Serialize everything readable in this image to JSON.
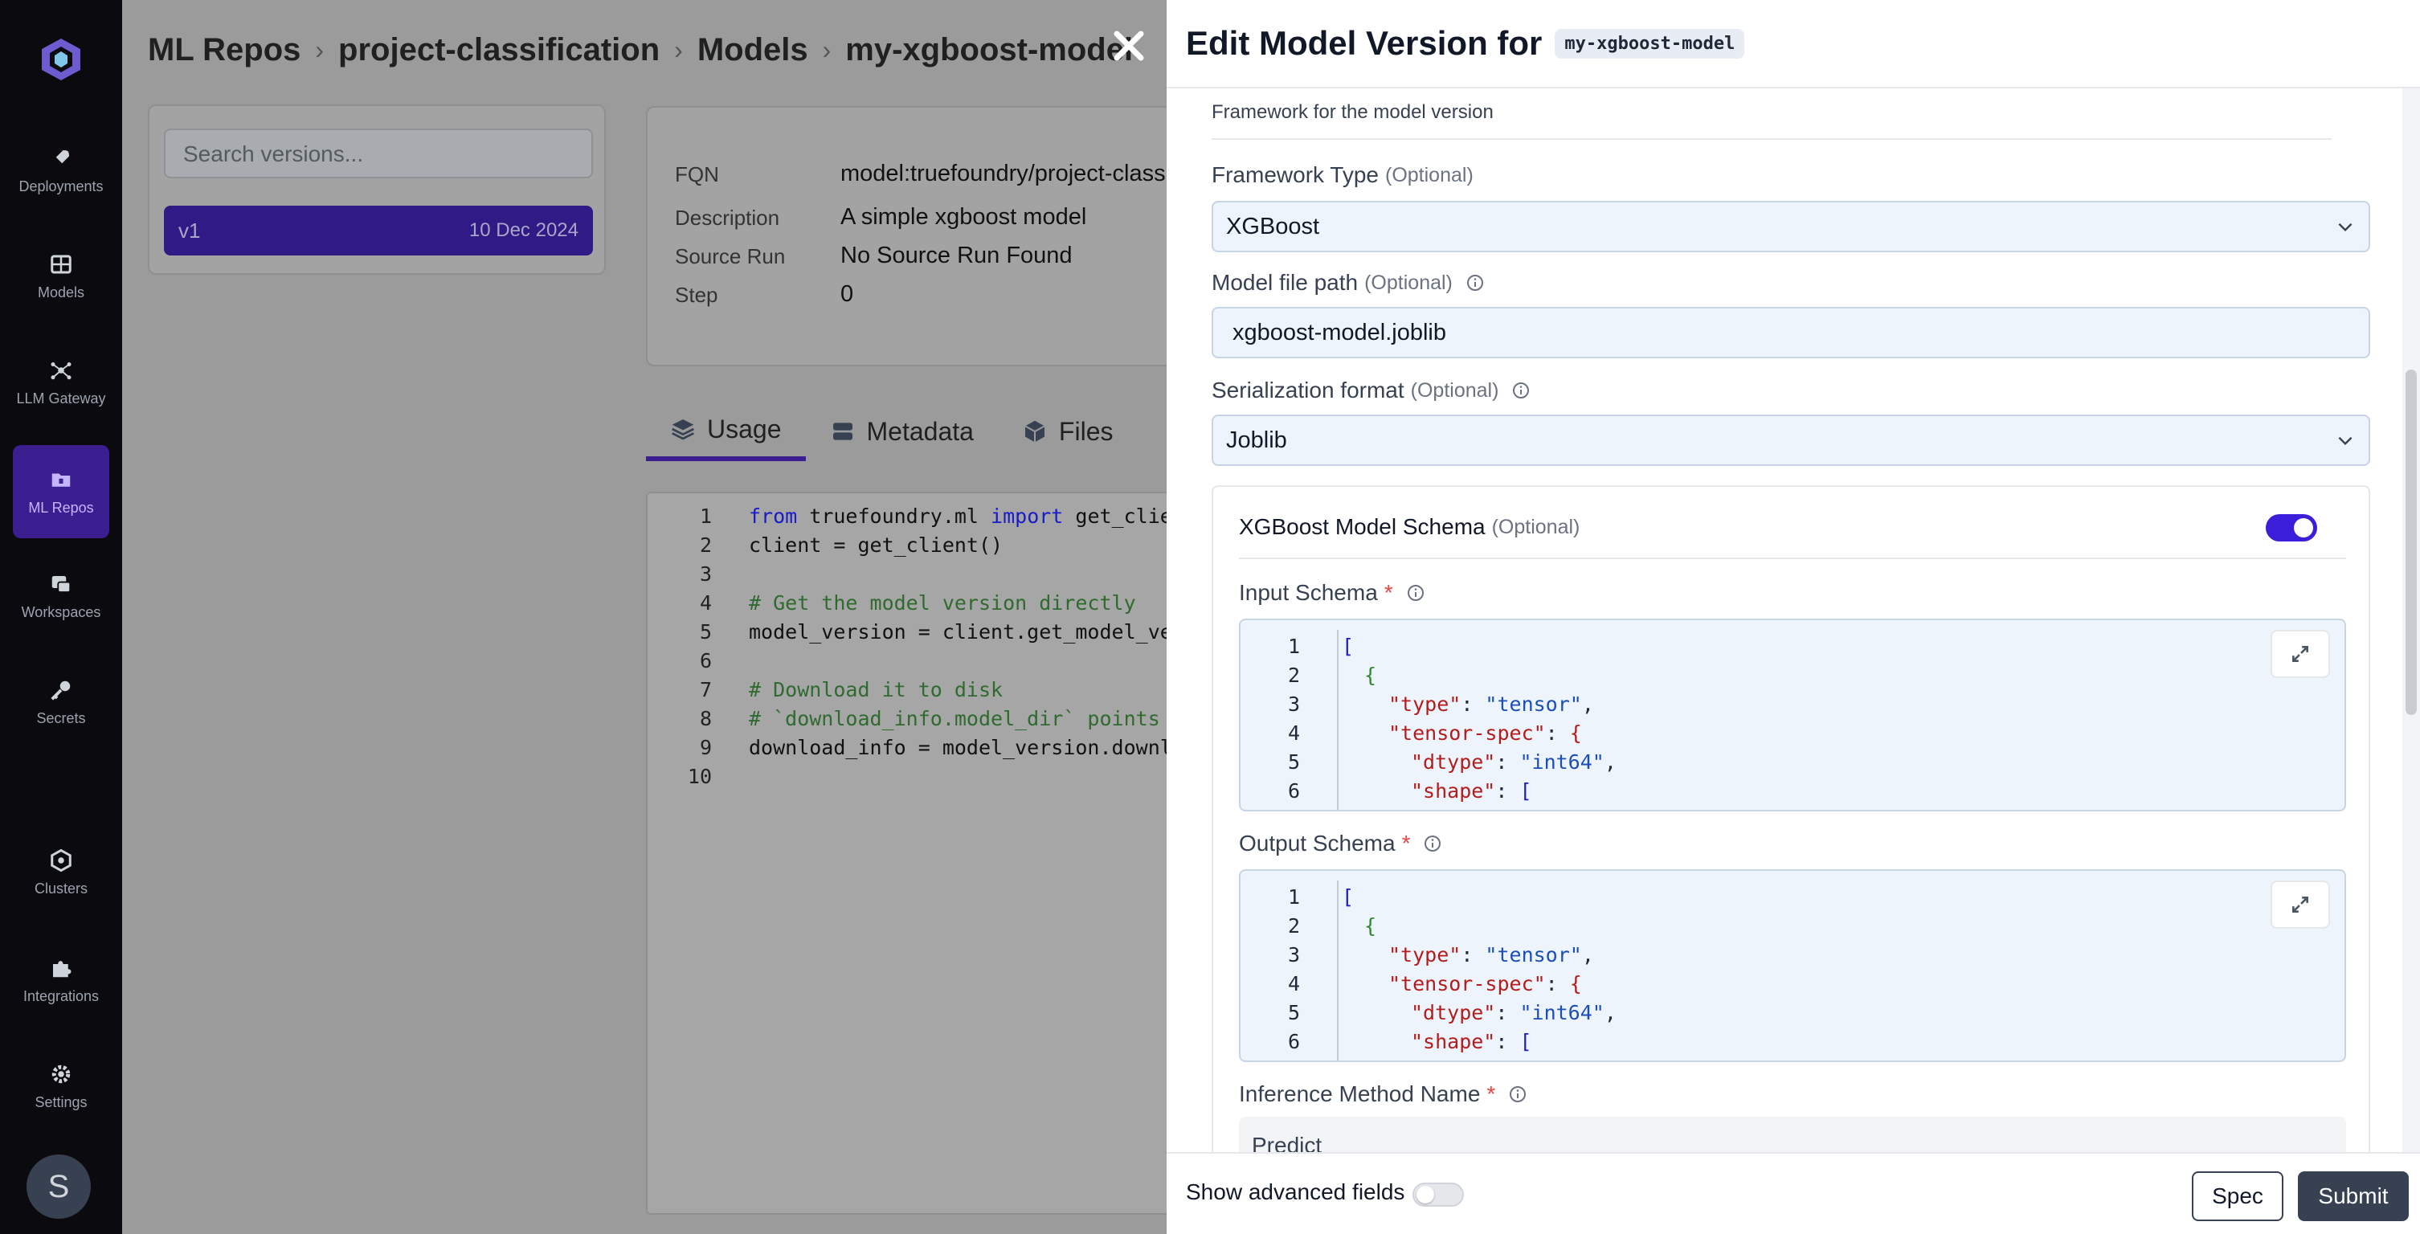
{
  "colors": {
    "accent": "#3b1ed9",
    "nav_active": "#3b1e8f",
    "field_bg": "#eef4fb"
  },
  "nav": {
    "items": [
      {
        "label": "Deployments",
        "icon": "rocket-icon"
      },
      {
        "label": "Models",
        "icon": "table-icon"
      },
      {
        "label": "LLM Gateway",
        "icon": "network-icon"
      },
      {
        "label": "ML Repos",
        "icon": "folder-icon"
      },
      {
        "label": "Workspaces",
        "icon": "workspaces-icon"
      },
      {
        "label": "Secrets",
        "icon": "key-icon"
      },
      {
        "label": "Clusters",
        "icon": "cluster-icon"
      },
      {
        "label": "Integrations",
        "icon": "puzzle-icon"
      },
      {
        "label": "Settings",
        "icon": "gear-icon"
      }
    ],
    "avatar": "S"
  },
  "breadcrumb": [
    "ML Repos",
    "project-classification",
    "Models",
    "my-xgboost-model"
  ],
  "versions": {
    "search_placeholder": "Search versions...",
    "item": {
      "label": "v1",
      "date": "10 Dec 2024"
    }
  },
  "details": {
    "fqn_label": "FQN",
    "fqn_value": "model:truefoundry/project-classi",
    "desc_label": "Description",
    "desc_value": "A simple xgboost model",
    "source_label": "Source Run",
    "source_value": "No Source Run Found",
    "step_label": "Step",
    "step_value": "0"
  },
  "tabs": [
    "Usage",
    "Metadata",
    "Files"
  ],
  "usage_code": {
    "line_numbers": [
      "1",
      "2",
      "3",
      "4",
      "5",
      "6",
      "7",
      "8",
      "9",
      "10"
    ],
    "l1a": "from",
    "l1b": " truefoundry.ml ",
    "l1c": "import",
    "l1d": " get_client",
    "l2": "client = get_client()",
    "l4": "# Get the model version directly",
    "l5": "model_version = client.get_model_vers",
    "l7": "# Download it to disk",
    "l8": "# `download_info.model_dir` points to",
    "l9": "download_info = model_version.downloa"
  },
  "drawer": {
    "title": "Edit Model Version for",
    "model_chip": "my-xgboost-model",
    "framework_section_sub": "Framework for the model version",
    "framework_type_label": "Framework Type",
    "framework_type_value": "XGBoost",
    "model_path_label": "Model file path",
    "model_path_value": "xgboost-model.joblib",
    "serialization_label": "Serialization format",
    "serialization_value": "Joblib",
    "optional": "(Optional)",
    "schema_title": "XGBoost Model Schema",
    "input_schema_label": "Input Schema",
    "output_schema_label": "Output Schema",
    "inference_label": "Inference Method Name",
    "inference_value": "Predict",
    "required_mark": "*",
    "schema_lines": [
      "1",
      "2",
      "3",
      "4",
      "5",
      "6"
    ],
    "json_open": "[",
    "json_obj": "{",
    "json_type_key": "\"type\"",
    "json_type_val": "\"tensor\"",
    "json_spec_key": "\"tensor-spec\"",
    "json_dtype_key": "\"dtype\"",
    "json_dtype_val": "\"int64\"",
    "json_shape_key": "\"shape\""
  },
  "footer": {
    "advanced_label": "Show advanced fields",
    "spec_button": "Spec",
    "submit_button": "Submit"
  }
}
